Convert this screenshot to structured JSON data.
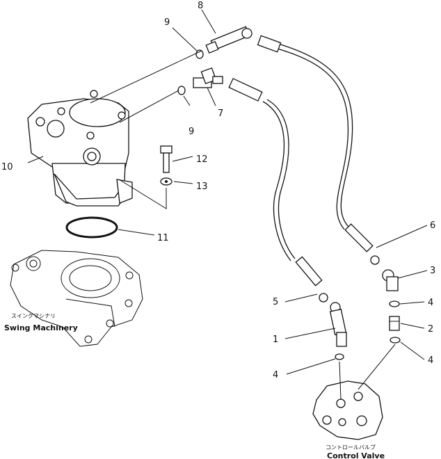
{
  "callouts": {
    "c1": "1",
    "c2": "2",
    "c3": "3",
    "c4a": "4",
    "c4b": "4",
    "c4c": "4",
    "c5": "5",
    "c6": "6",
    "c7": "7",
    "c8": "8",
    "c9a": "9",
    "c9b": "9",
    "c10": "10",
    "c11": "11",
    "c12": "12",
    "c13": "13"
  },
  "swing_machinery": {
    "jp": "スイングマシナリ",
    "en": "Swing Machinery"
  },
  "control_valve": {
    "jp": "コントロールバルブ",
    "en": "Control Valve"
  }
}
